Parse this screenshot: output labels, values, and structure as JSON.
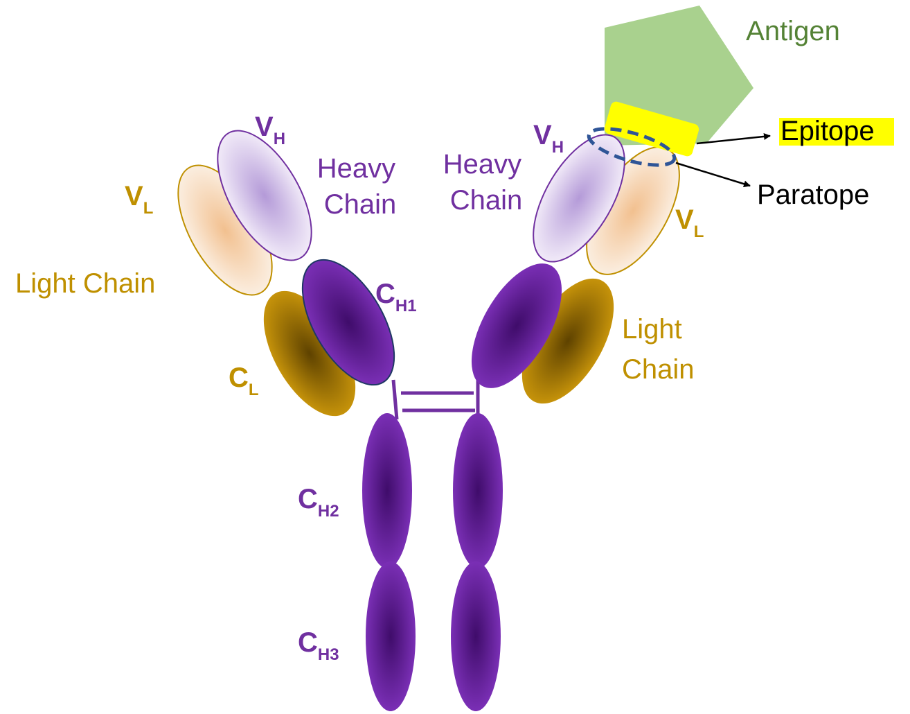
{
  "labels": {
    "antigen": "Antigen",
    "epitope": "Epitope",
    "paratope": "Paratope",
    "left_vh": {
      "main": "V",
      "sub": "H"
    },
    "right_vh": {
      "main": "V",
      "sub": "H"
    },
    "left_vl": {
      "main": "V",
      "sub": "L"
    },
    "right_vl": {
      "main": "V",
      "sub": "L"
    },
    "left_heavy_chain": {
      "line1": "Heavy",
      "line2": "Chain"
    },
    "right_heavy_chain": {
      "line1": "Heavy",
      "line2": "Chain"
    },
    "left_light_chain": "Light Chain",
    "right_light_chain": {
      "line1": "Light",
      "line2": "Chain"
    },
    "ch1": {
      "main": "C",
      "sub": "H1"
    },
    "cl": {
      "main": "C",
      "sub": "L"
    },
    "ch2": {
      "main": "C",
      "sub": "H2"
    },
    "ch3": {
      "main": "C",
      "sub": "H3"
    }
  },
  "colors": {
    "heavy_label": "#7030a0",
    "light_label": "#bf9000",
    "antigen_label": "#548235",
    "antigen_fill": "#a9d18e",
    "epitope_fill": "#ffff00",
    "heavy_constant": "#6a22a0",
    "heavy_variable": "#c9b3e0",
    "light_constant": "#b8860b",
    "light_variable": "#f6d7b5",
    "paratope_outline": "#2f5597"
  }
}
